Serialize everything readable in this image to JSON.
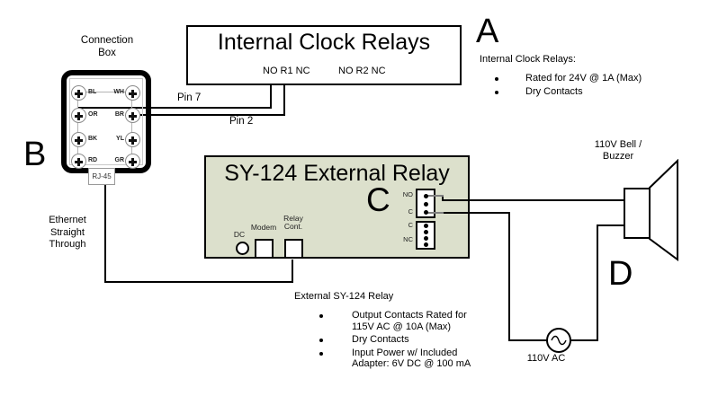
{
  "colors": {
    "board_fill": "#dce0cc",
    "wire": "#000000",
    "stub_gray": "#808080"
  },
  "connection_box": {
    "title_line1": "Connection",
    "title_line2": "Box",
    "rows": [
      {
        "left": "BL",
        "right": "WH"
      },
      {
        "left": "OR",
        "right": "BR"
      },
      {
        "left": "BK",
        "right": "YL"
      },
      {
        "left": "RD",
        "right": "GR"
      }
    ],
    "port_label": "RJ-45"
  },
  "internal_clock": {
    "title": "Internal Clock Relays",
    "relay1_contacts": "NO R1 NC",
    "relay2_contacts": "NO R2 NC"
  },
  "wire_labels": {
    "pin7": "Pin 7",
    "pin2": "Pin 2",
    "ethernet": [
      "Ethernet",
      "Straight",
      "Through"
    ]
  },
  "sections": {
    "a": "A",
    "b": "B",
    "c": "C",
    "d": "D"
  },
  "sy124": {
    "title": "SY-124 External Relay",
    "dc_label": "DC",
    "modem_label": "Modem",
    "relay_cont_line1": "Relay",
    "relay_cont_line2": "Cont.",
    "block1_top": "NO",
    "block1_bottom": "C",
    "block2_top": "C",
    "block2_bottom": "NC"
  },
  "bell": {
    "label_line1": "110V Bell /",
    "label_line2": "Buzzer"
  },
  "ac_source": {
    "label": "110V  AC"
  },
  "notes_internal": {
    "heading": "Internal Clock Relays:",
    "bullets": [
      "Rated for 24V @ 1A (Max)",
      "Dry Contacts"
    ]
  },
  "notes_external": {
    "heading": "External SY-124 Relay",
    "bullets": [
      "Output Contacts Rated for 115V AC @ 10A (Max)",
      "Dry Contacts",
      "Input Power w/ Included Adapter: 6V DC @ 100 mA"
    ]
  }
}
